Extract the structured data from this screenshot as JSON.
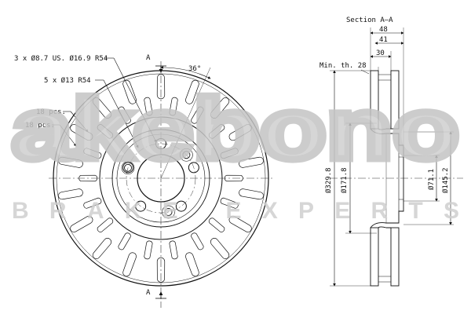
{
  "front_view": {
    "section_marker": "A",
    "angle_label": "36°",
    "callouts": {
      "holes_small": "3 x Ø8.7 US. Ø16.9 R54",
      "holes_large": "5 x Ø13 R54",
      "vents_outer": "18 pcs.",
      "vents_inner": "18 pcs."
    }
  },
  "section_view": {
    "title": "Section A–A",
    "min_thickness": "Min. th. 28",
    "widths": {
      "w48": "48",
      "w41": "41",
      "w30": "30"
    },
    "diameters": {
      "d329_8": "Ø329.8",
      "d171_8": "Ø171.8",
      "d71_1": "Ø71.1",
      "d145_2": "Ø145.2"
    }
  },
  "watermark": {
    "brand": "akebono",
    "subtitle": "BRAKE EXPERTS"
  }
}
